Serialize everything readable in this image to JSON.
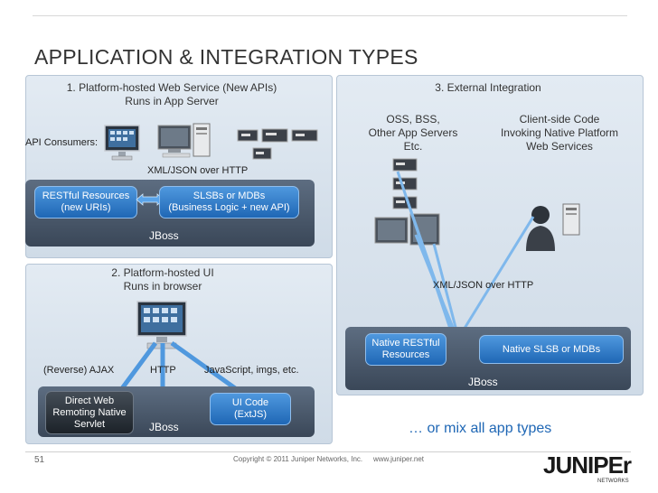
{
  "title": "APPLICATION & INTEGRATION TYPES",
  "panel1": {
    "heading_line1": "1. Platform-hosted Web Service (New APIs)",
    "heading_line2": "Runs in App Server",
    "api_consumers": "API Consumers:",
    "protocol": "XML/JSON over HTTP",
    "restful_line1": "RESTful Resources",
    "restful_line2": "(new URIs)",
    "slsb_line1": "SLSBs or MDBs",
    "slsb_line2": "(Business Logic + new API)",
    "jboss": "JBoss"
  },
  "panel2": {
    "heading_line1": "2. Platform-hosted UI",
    "heading_line2": "Runs in browser",
    "ajax": "(Reverse) AJAX",
    "http": "HTTP",
    "js": "JavaScript, imgs, etc.",
    "dwr_line1": "Direct Web",
    "dwr_line2": "Remoting  Native",
    "dwr_line3": "Servlet",
    "jboss": "JBoss",
    "ui_line1": "UI Code",
    "ui_line2": "(ExtJS)"
  },
  "panel3": {
    "heading": "3. External Integration",
    "oss_line1": "OSS, BSS,",
    "oss_line2": "Other App Servers",
    "oss_line3": "Etc.",
    "client_line1": "Client-side Code",
    "client_line2": "Invoking Native Platform",
    "client_line3": "Web Services",
    "protocol": "XML/JSON over HTTP",
    "native_restful_line1": "Native RESTful",
    "native_restful_line2": "Resources",
    "native_slsb": "Native SLSB or MDBs",
    "jboss": "JBoss"
  },
  "mix": "… or mix all app types",
  "footer": {
    "page_number": "51",
    "copyright": "Copyright © 2011 Juniper Networks, Inc.",
    "url": "www.juniper.net",
    "logo_text": "JUNIPEr",
    "logo_sub": "NETWORKS"
  },
  "colors": {
    "accent": "#1f67b5",
    "panel": "#dbe5ef",
    "dark_bar": "#4a5869"
  }
}
